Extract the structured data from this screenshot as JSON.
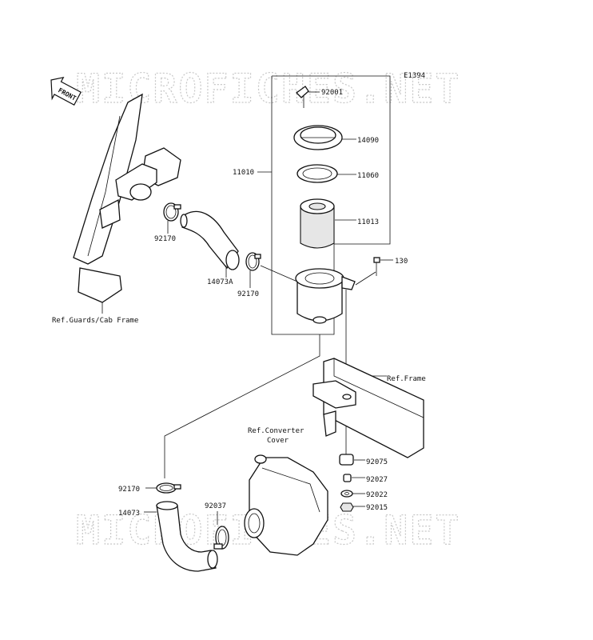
{
  "diagram": {
    "code": "E1394",
    "watermark": "MICROFICHES.NET",
    "front_label": "FRONT",
    "labels": {
      "p92001": "92001",
      "p14090": "14090",
      "p11010": "11010",
      "p11060": "11060",
      "p11013": "11013",
      "p130": "130",
      "p92170_top": "92170",
      "p14073A": "14073A",
      "p92170_mid": "92170",
      "ref_guards": "Ref.Guards/Cab Frame",
      "ref_frame": "Ref.Frame",
      "ref_converter_1": "Ref.Converter",
      "ref_converter_2": "Cover",
      "p92075": "92075",
      "p92027": "92027",
      "p92022": "92022",
      "p92015": "92015",
      "p92170_bottom": "92170",
      "p14073": "14073",
      "p92037": "92037"
    }
  }
}
